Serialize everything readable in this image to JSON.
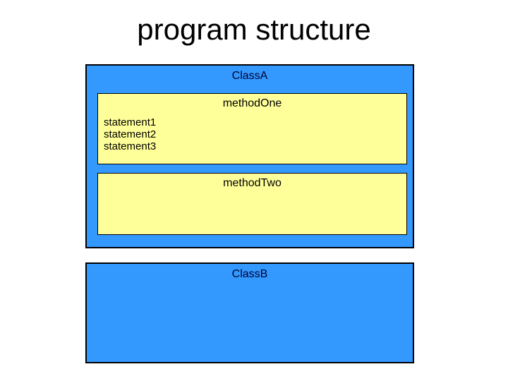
{
  "title": "program structure",
  "colors": {
    "class_fill": "#3399ff",
    "method_fill": "#ffff99",
    "border": "#000000",
    "title_text": "#000000",
    "label_text": "#000033",
    "statement_text": "#000000"
  },
  "diagram": {
    "class_a": {
      "label": "ClassA",
      "methods": [
        {
          "label": "methodOne",
          "statements": [
            "statement1",
            "statement2",
            "statement3"
          ]
        },
        {
          "label": "methodTwo",
          "statements": []
        }
      ]
    },
    "class_b": {
      "label": "ClassB"
    }
  }
}
